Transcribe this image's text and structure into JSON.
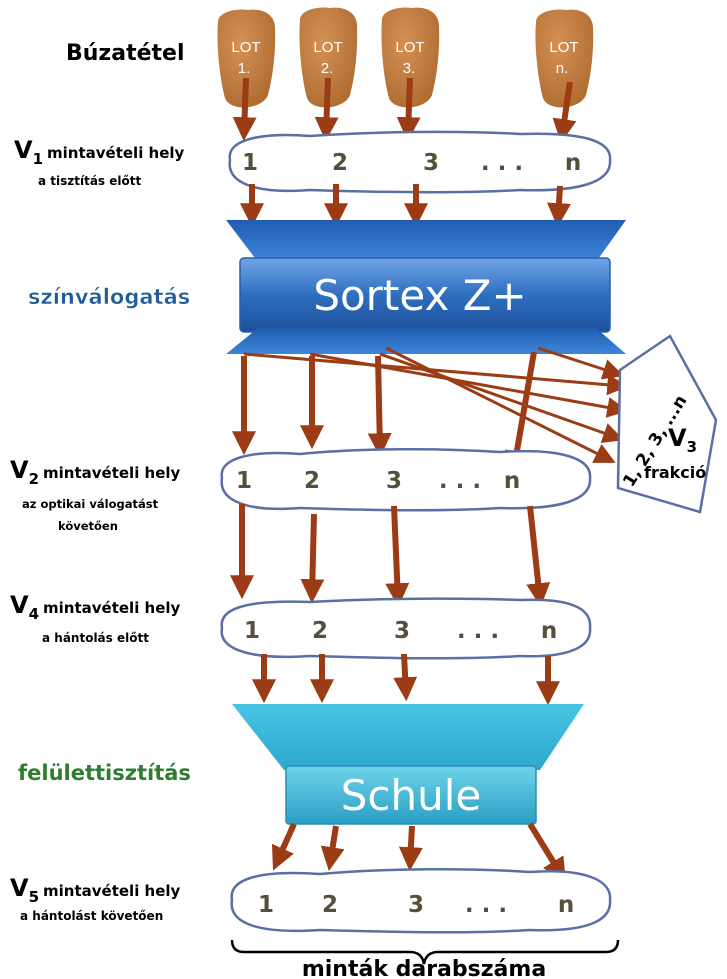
{
  "colors": {
    "arrow": "#9b3c14",
    "lot_fill": "#c07a3c",
    "outline": "#5a6fa3",
    "sortex_blue": "#2f6fc0",
    "schule_cyan": "#33b5d6",
    "sort_label": "#1f5c99",
    "surf_label": "#2e7d32",
    "number_text": "#55503a"
  },
  "wheat_lot_label": "Búzatétel",
  "lots": [
    {
      "line1": "LOT",
      "line2": "1."
    },
    {
      "line1": "LOT",
      "line2": "2."
    },
    {
      "line1": "LOT",
      "line2": "3."
    },
    {
      "line1": "LOT",
      "line2": "n."
    }
  ],
  "v1": {
    "sym": "V",
    "sub": "1",
    "text": "mintavételi hely",
    "line2": "a tisztítás előtt",
    "items": [
      "1",
      "2",
      "3",
      ". . .",
      "n"
    ]
  },
  "color_sorting_label": "színválogatás",
  "sortex_label": "Sortex Z+",
  "v2": {
    "sym": "V",
    "sub": "2",
    "text": "mintavételi hely",
    "line2": "az optikai válogatást",
    "line3": "követően",
    "items": [
      "1",
      "2",
      "3",
      ". . .",
      "n"
    ]
  },
  "v3": {
    "sym": "V",
    "sub": "3",
    "text": "frakció",
    "items": "1, 2, 3, ...n"
  },
  "v4": {
    "sym": "V",
    "sub": "4",
    "text": "mintavételi hely",
    "line2": "a hántolás előtt",
    "items": [
      "1",
      "2",
      "3",
      ". . .",
      "n"
    ]
  },
  "surface_cleaning_label": "felülettisztítás",
  "schule_label": "Schule",
  "v5": {
    "sym": "V",
    "sub": "5",
    "text": "mintavételi hely",
    "line2": "a hántolást követően",
    "items": [
      "1",
      "2",
      "3",
      ". . .",
      "n"
    ]
  },
  "sample_count_label": "minták darabszáma"
}
